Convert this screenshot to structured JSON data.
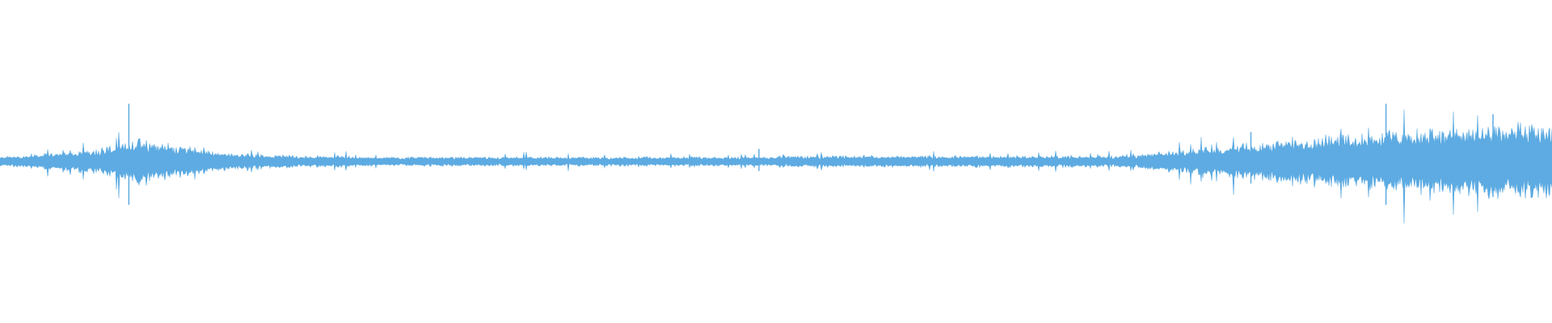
{
  "waveform": {
    "color": "#5dabe2",
    "background": "#ffffff",
    "amplitude_envelope": [
      0.04,
      0.05,
      0.05,
      0.06,
      0.07,
      0.08,
      0.09,
      0.1,
      0.11,
      0.13,
      0.15,
      0.17,
      0.22,
      0.18,
      0.16,
      0.14,
      0.12,
      0.1,
      0.09,
      0.08,
      0.07,
      0.07,
      0.06,
      0.06,
      0.06,
      0.05,
      0.05,
      0.05,
      0.05,
      0.05,
      0.04,
      0.04,
      0.04,
      0.04,
      0.04,
      0.04,
      0.04,
      0.04,
      0.04,
      0.04,
      0.04,
      0.04,
      0.04,
      0.04,
      0.04,
      0.04,
      0.04,
      0.04,
      0.04,
      0.04,
      0.04,
      0.04,
      0.04,
      0.04,
      0.04,
      0.04,
      0.04,
      0.04,
      0.04,
      0.04,
      0.04,
      0.04,
      0.04,
      0.04,
      0.04,
      0.04,
      0.05,
      0.05,
      0.05,
      0.05,
      0.05,
      0.05,
      0.05,
      0.05,
      0.05,
      0.05,
      0.05,
      0.05,
      0.05,
      0.05,
      0.05,
      0.05,
      0.05,
      0.05,
      0.05,
      0.05,
      0.05,
      0.05,
      0.05,
      0.05,
      0.05,
      0.05,
      0.05,
      0.05,
      0.05,
      0.06,
      0.06,
      0.07,
      0.08,
      0.09,
      0.1,
      0.11,
      0.12,
      0.13,
      0.14,
      0.15,
      0.16,
      0.17,
      0.18,
      0.19,
      0.2,
      0.21,
      0.22,
      0.23,
      0.24,
      0.25,
      0.26,
      0.27,
      0.28,
      0.28,
      0.29,
      0.29,
      0.3,
      0.3,
      0.3,
      0.31,
      0.31,
      0.31,
      0.32,
      0.32,
      0.32,
      0.32
    ],
    "spike_positions": [
      0.083,
      0.489,
      0.806,
      0.893,
      0.962
    ],
    "spike_heights": [
      0.55,
      0.12,
      0.28,
      0.55,
      0.45
    ]
  }
}
